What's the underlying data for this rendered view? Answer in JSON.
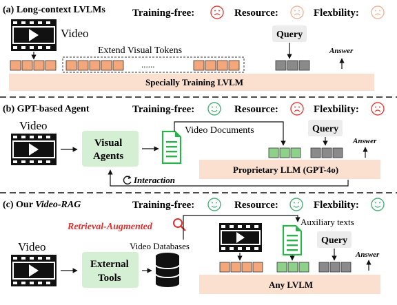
{
  "panel_a": {
    "title": "(a) Long-context LVLMs",
    "video_label": "Video",
    "extend_label": "Extend Visual Tokens",
    "dots": "......",
    "query_label": "Query",
    "answer_label": "Answer",
    "model_label": "Specially Training LVLM",
    "ratings": [
      {
        "label": "Training-free:",
        "face": "sad"
      },
      {
        "label": "Resource:",
        "face": "sad"
      },
      {
        "label": "Flexbility:",
        "face": "sad"
      }
    ]
  },
  "panel_b": {
    "title": "(b) GPT-based Agent",
    "video_label": "Video",
    "agents_line1": "Visual",
    "agents_line2": "Agents",
    "docs_label": "Video Documents",
    "interaction_label": "Interaction",
    "query_label": "Query",
    "answer_label": "Answer",
    "model_label": "Proprietary LLM (GPT-4o)",
    "ratings": [
      {
        "label": "Training-free:",
        "face": "happy"
      },
      {
        "label": "Resource:",
        "face": "sad"
      },
      {
        "label": "Flexbility:",
        "face": "sad"
      }
    ]
  },
  "panel_c": {
    "title_prefix": "(c) Our ",
    "title_name": "Video-RAG",
    "retrieval_label": "Retrieval-Augmented",
    "video_label": "Video",
    "tools_line1": "External",
    "tools_line2": "Tools",
    "db_label": "Video Databases",
    "aux_label": "Auxiliary texts",
    "query_label": "Query",
    "answer_label": "Answer",
    "model_label": "Any LVLM",
    "ratings": [
      {
        "label": "Training-free:",
        "face": "happy"
      },
      {
        "label": "Resource:",
        "face": "happy"
      },
      {
        "label": "Flexbility:",
        "face": "happy"
      }
    ]
  },
  "colors": {
    "visual_token": "#f4a77a",
    "text_token": "#8fd08a",
    "query_token": "#8a8a8a",
    "model_bar": "#fbe0d0",
    "agent_box": "#d5efd5",
    "query_box": "#ececec",
    "sad_face": "#e0413a",
    "sad_face_faded": "#f0b59a",
    "happy_face": "#4caf78",
    "doc_green": "#2bb24c",
    "retrieval_red": "#e03030"
  }
}
